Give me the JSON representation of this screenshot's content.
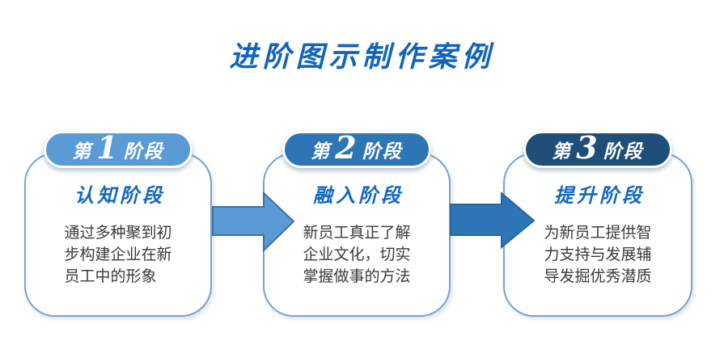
{
  "title": {
    "text": "进阶图示制作案例"
  },
  "palette": {
    "title": "#1164BC",
    "heading": "#1467C2",
    "body_text": "#3A3A3A",
    "card_border": "#72A3D9"
  },
  "stages": [
    {
      "badge": {
        "prefix": "第",
        "number": "1",
        "suffix": "阶段",
        "color": "#5B9BD5"
      },
      "heading": "认知阶段",
      "body": "通过多种聚到初\n步构建企业在新\n员工中的形象"
    },
    {
      "badge": {
        "prefix": "第",
        "number": "2",
        "suffix": "阶段",
        "color": "#2E75B6"
      },
      "heading": "融入阶段",
      "body": "新员工真正了解\n企业文化，切实\n掌握做事的方法"
    },
    {
      "badge": {
        "prefix": "第",
        "number": "3",
        "suffix": "阶段",
        "color": "#1F4E79"
      },
      "heading": "提升阶段",
      "body": "为新员工提供智\n力支持与发展辅\n导发掘优秀潜质"
    }
  ],
  "arrows": [
    {
      "direction": "right",
      "fill": "#5B9BD5",
      "stroke": "#41719C"
    },
    {
      "direction": "right",
      "fill": "#2E75B6",
      "stroke": "#27659D"
    }
  ]
}
